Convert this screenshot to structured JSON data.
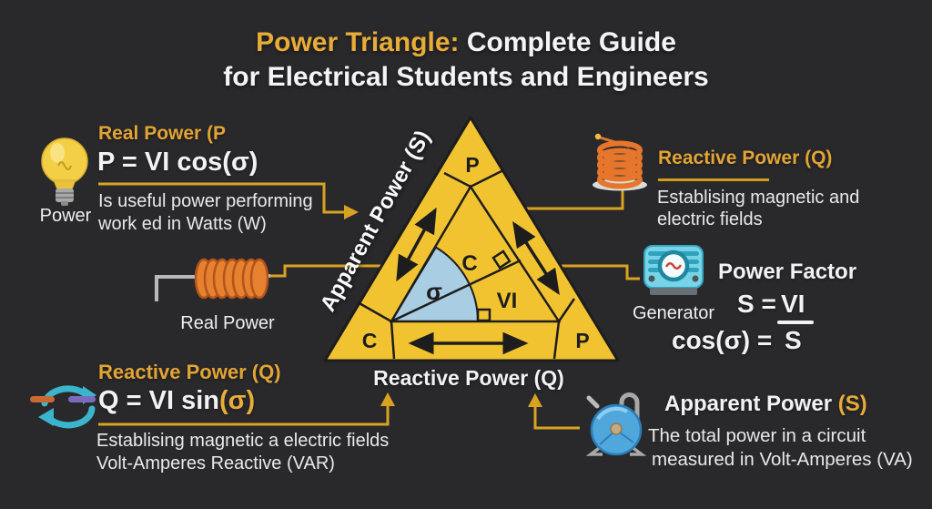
{
  "header": {
    "title_highlight": "Power Triangle:",
    "title_rest": " Complete Guide",
    "title_line2": "for Electrical Students and Engineers"
  },
  "colors": {
    "background": "#29292c",
    "accent_gold": "#e8ac38",
    "triangle_yellow": "#f2c331",
    "sector_blue": "#a9cde2",
    "connector_yellow": "#d9a322"
  },
  "real_power": {
    "heading": "Real Power (P",
    "formula": "P = VI cos(σ)",
    "desc1": "Is useful power performing",
    "desc2": "work ed in Watts (W)",
    "icon_caption": "Power"
  },
  "resistor": {
    "caption": "Real Power"
  },
  "triangle": {
    "apex_label": "P",
    "corner_left": "C",
    "corner_right": "P",
    "inner_label": "C",
    "angle_symbol": "σ",
    "vi_label": "VI",
    "hypotenuse_label": "Apparent Power (S)",
    "base_label": "Reactive Power (Q)"
  },
  "reactive_right": {
    "heading": "Reactive Power (Q)",
    "desc1": "Establising magnetic and",
    "desc2": "electric fields"
  },
  "power_factor": {
    "heading": "Power Factor",
    "eq_top_lhs": "S =",
    "eq_top_rhs": "VI",
    "eq_bottom_lhs": "cos(σ) =",
    "eq_bottom_rhs": "S",
    "icon_caption": "Generator"
  },
  "reactive_bottom": {
    "heading": "Reactive Power (Q)",
    "formula_main": "Q = VI sin",
    "formula_accent": "(σ)",
    "desc1": "Establising magnetic a electric fields",
    "desc2": "Volt-Amperes Reactive (VAR)"
  },
  "apparent_power": {
    "heading_main": "Apparent Power",
    "heading_accent": " (S)",
    "desc1": "The total power in a circuit",
    "desc2": "measured in Volt-Amperes (VA)"
  }
}
